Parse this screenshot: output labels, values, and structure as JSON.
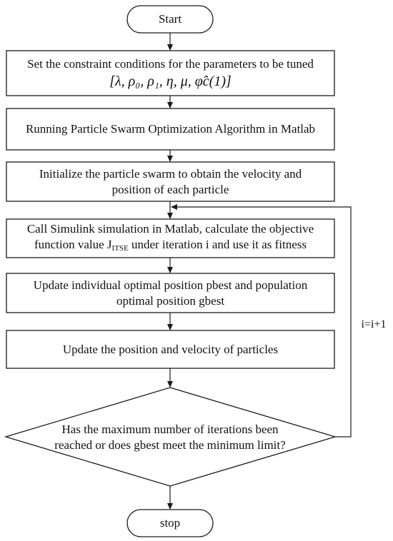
{
  "nodes": {
    "start": "Start",
    "constraints": {
      "line1": "Set the constraint conditions for the parameters to be tuned",
      "line2": "[λ, ρ₀, ρ₁, η, μ, φ̂c(1)]"
    },
    "run_pso": "Running Particle Swarm Optimization Algorithm in Matlab",
    "initialize": {
      "line1": "Initialize the particle swarm to obtain the velocity and",
      "line2": "position of each particle"
    },
    "simulink": {
      "line1": "Call Simulink simulation in Matlab, calculate the objective",
      "line2_prefix": "function value J",
      "line2_sub": "ITSE",
      "line2_suffix": " under iteration i and use it as fitness"
    },
    "update_best": {
      "line1": "Update individual optimal position pbest and population",
      "line2": "optimal position gbest"
    },
    "update_particles": "Update the position and velocity of particles",
    "decision": {
      "line1": "Has the maximum number of iterations been",
      "line2": "reached or does gbest meet the minimum limit?"
    },
    "stop": "stop"
  },
  "loop_label": "i=i+1",
  "colors": {
    "stroke": "#1a1a1a",
    "fill": "#ffffff",
    "text": "#111111"
  }
}
